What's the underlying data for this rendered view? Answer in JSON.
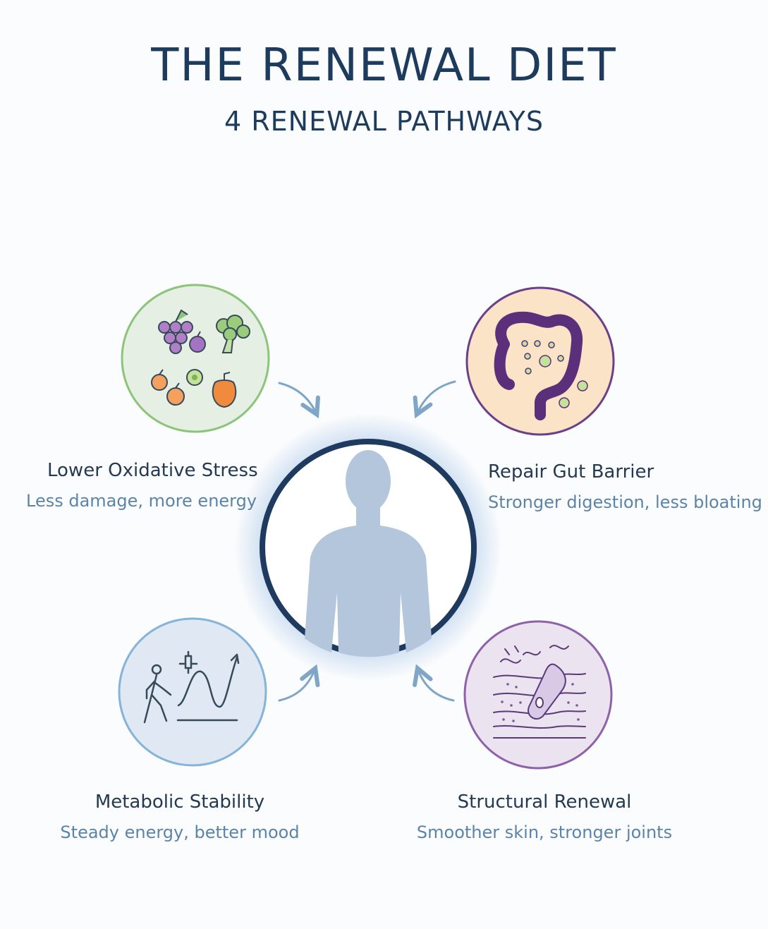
{
  "header": {
    "title": "THE RENEWAL DIET",
    "subtitle": "4 RENEWAL PATHWAYS"
  },
  "center": {
    "icon": "human-silhouette-icon"
  },
  "pathways": [
    {
      "title": "Lower Oxidative Stress",
      "description": "Less damage, more energy",
      "icon": "fruits-vegetables-icon",
      "accent": "#8cc47a",
      "fill": "#e6efe3"
    },
    {
      "title": "Repair Gut Barrier",
      "description": "Stronger digestion, less bloating",
      "icon": "intestine-icon",
      "accent": "#6b3f8a",
      "fill": "#fbe3c8"
    },
    {
      "title": "Metabolic Stability",
      "description": "Steady energy, better mood",
      "icon": "walking-graph-icon",
      "accent": "#86b4d8",
      "fill": "#dfe8f3"
    },
    {
      "title": "Structural Renewal",
      "description": "Smoother skin, stronger joints",
      "icon": "skin-layers-icon",
      "accent": "#8e62a8",
      "fill": "#ece3f1"
    }
  ],
  "colors": {
    "heading": "#1d3b5c",
    "description": "#5b84a8",
    "center_ring": "#1f3a5f",
    "silhouette": "#b3c6dc",
    "arrow": "#7fa6c6"
  }
}
